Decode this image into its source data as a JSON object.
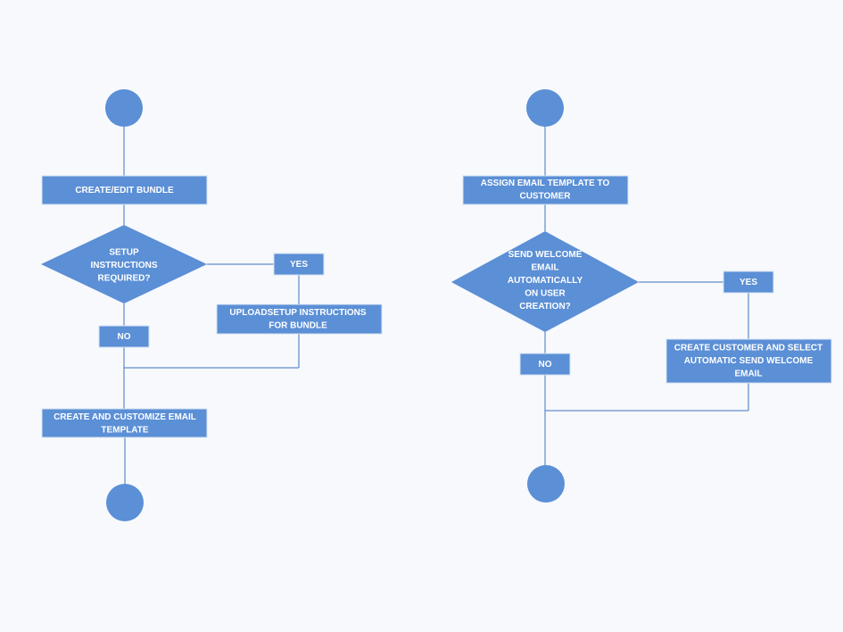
{
  "left_flow": {
    "create_edit_bundle": [
      "CREATE/EDIT BUNDLE"
    ],
    "setup_decision": [
      "SETUP",
      "INSTRUCTIONS",
      "REQUIRED?"
    ],
    "yes_label": [
      "YES"
    ],
    "no_label": [
      "NO"
    ],
    "upload_setup": [
      "UPLOADSETUP INSTRUCTIONS",
      "FOR BUNDLE"
    ],
    "create_template": [
      "CREATE  AND CUSTOMIZE EMAIL",
      "TEMPLATE"
    ]
  },
  "right_flow": {
    "assign_template": [
      "ASSIGN  EMAIL TEMPLATE TO",
      "CUSTOMER"
    ],
    "welcome_decision": [
      "SEND WELCOME",
      "EMAIL",
      "AUTOMATICALLY",
      "ON USER",
      "CREATION?"
    ],
    "yes_label": [
      "YES"
    ],
    "no_label": [
      "NO"
    ],
    "create_customer": [
      "CREATE CUSTOMER AND SELECT",
      "AUTOMATIC  SEND WELCOME",
      "EMAIL"
    ]
  },
  "colors": {
    "node_fill": "#5b8fd6",
    "connector": "#3f73bd",
    "text": "#ffffff",
    "background": "#f7f9fd"
  }
}
